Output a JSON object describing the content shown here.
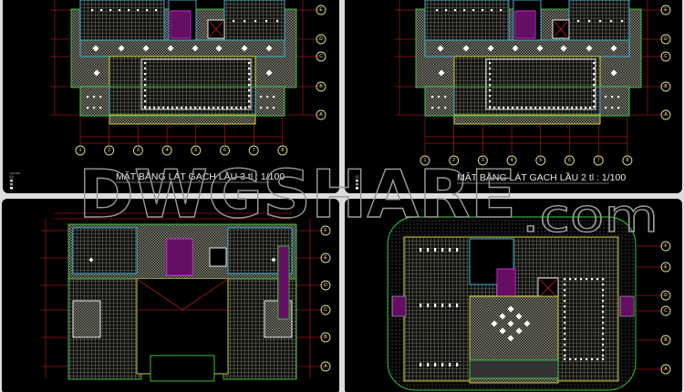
{
  "panels": [
    {
      "id": "tl",
      "title": "MẶT BẰNG LÁT GẠCH LẦU 3 tl : 1/100",
      "axes_bottom": [
        "1",
        "2",
        "3",
        "4",
        "5",
        "6",
        "7",
        "8"
      ],
      "axes_right": [
        "E",
        "D",
        "C",
        "B",
        "A"
      ]
    },
    {
      "id": "tr",
      "title": "MẶT BẰNG LÁT GẠCH LẦU 2 tl : 1/100",
      "axes_bottom": [
        "1",
        "2",
        "3",
        "4",
        "5",
        "6",
        "7",
        "8"
      ],
      "axes_right": [
        "E",
        "D",
        "C",
        "B",
        "A"
      ]
    },
    {
      "id": "bl",
      "title": "",
      "axes_bottom": [],
      "axes_right": [
        "F",
        "E",
        "D",
        "C",
        "B",
        "A"
      ]
    },
    {
      "id": "br",
      "title": "",
      "axes_bottom": [],
      "axes_right": [
        "F",
        "E",
        "D",
        "C",
        "B",
        "A"
      ]
    }
  ],
  "legend_title": "GHI CHÚ:",
  "watermark": {
    "main": "DWGSHARE",
    "suffix": ".com"
  },
  "colors": {
    "background": "#000000",
    "wall": "#3fd03f",
    "tile_grid": "#c8c8a8",
    "axis_line": "#e02020",
    "bubble": "#e6e6a0",
    "stair": "#d020d0"
  }
}
